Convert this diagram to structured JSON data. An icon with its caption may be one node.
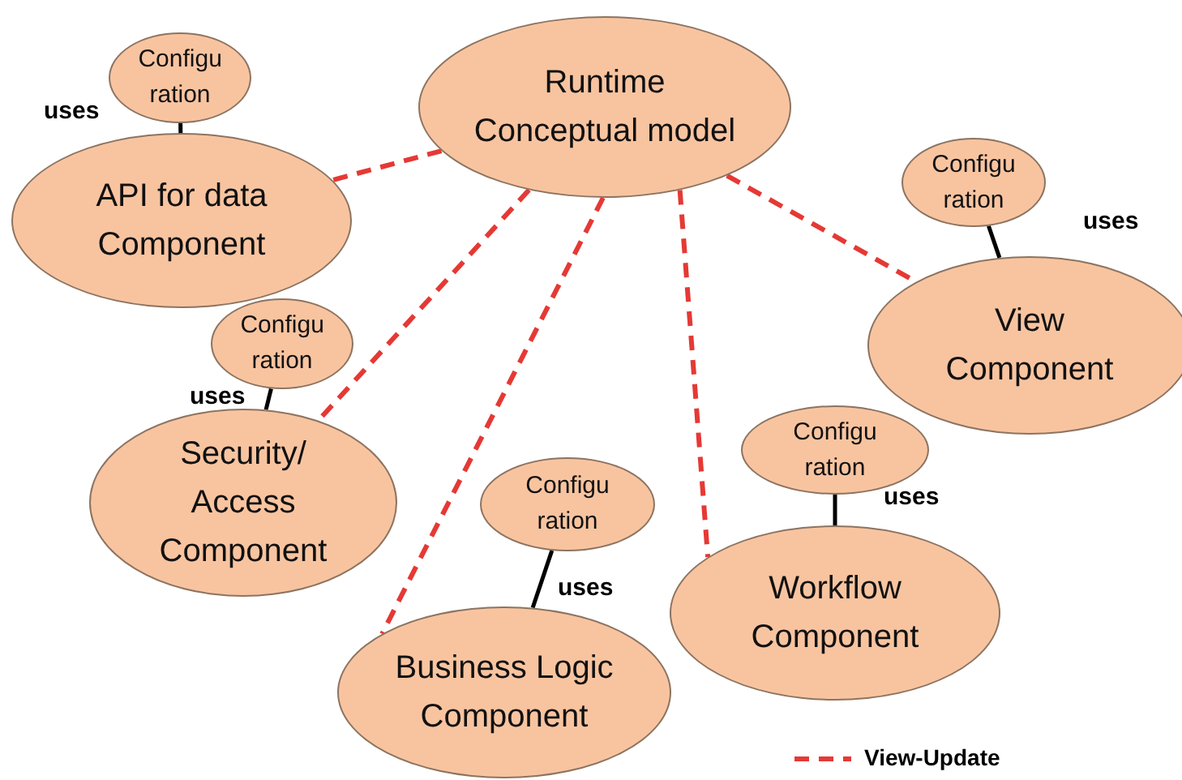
{
  "diagram": {
    "nodes": [
      {
        "text": [
          "Runtime Conceptual model"
        ]
      },
      {
        "text": [
          "Configu ration"
        ]
      },
      {
        "text": [
          "API for data Component"
        ]
      },
      {
        "text": [
          "Configu ration"
        ]
      },
      {
        "text": [
          "View Component"
        ]
      },
      {
        "text": [
          "Configu ration"
        ]
      },
      {
        "text": [
          "Security/ Access Component"
        ]
      },
      {
        "text": [
          "Configu ration"
        ]
      },
      {
        "text": [
          "Workflow Component"
        ]
      },
      {
        "text": [
          "Configu ration"
        ]
      },
      {
        "text": [
          "Business Logic Component"
        ]
      }
    ],
    "edges": [
      {
        "from": 1,
        "to": 2,
        "arrow": "none",
        "label": "uses"
      },
      {
        "from": 3,
        "to": 4,
        "arrow": "none",
        "label": "uses"
      },
      {
        "from": 5,
        "to": 6,
        "arrow": "none",
        "label": "uses"
      },
      {
        "from": 7,
        "to": 8,
        "arrow": "none",
        "label": "uses"
      },
      {
        "from": 9,
        "to": 10,
        "arrow": "none",
        "label": "uses"
      },
      {
        "from": 0,
        "to": 2,
        "arrow": "none",
        "style": "dashed",
        "color": "#e53935"
      },
      {
        "from": 0,
        "to": 4,
        "arrow": "none",
        "style": "dashed",
        "color": "#e53935"
      },
      {
        "from": 0,
        "to": 6,
        "arrow": "none",
        "style": "dashed",
        "color": "#e53935"
      },
      {
        "from": 0,
        "to": 8,
        "arrow": "none",
        "style": "dashed",
        "color": "#e53935"
      },
      {
        "from": 0,
        "to": 10,
        "arrow": "none",
        "style": "dashed",
        "color": "#e53935"
      }
    ],
    "legend": [
      {
        "text": "View-Update"
      }
    ]
  }
}
